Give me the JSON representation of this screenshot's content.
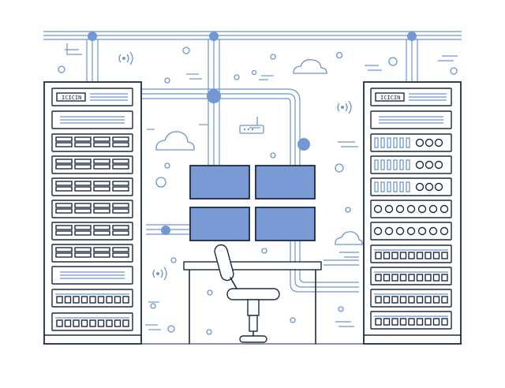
{
  "illustration": {
    "colors": {
      "outline": "#1b2b44",
      "accent_blue": "#7297d3",
      "line_blue": "#6e95cf",
      "screen_blue": "#7a9ad6",
      "background": "#ffffff"
    },
    "left_rack": {
      "label": "ICICIN",
      "drive_bays": 6,
      "port_panels": 2
    },
    "right_rack": {
      "label": "ICICIN",
      "switch_panels": 3,
      "knob_panels": 2,
      "port_panels": 4
    },
    "monitor_count": 4,
    "icons": [
      "wifi-signal-icon",
      "cloud-icon",
      "router-icon",
      "network-node-icon",
      "office-chair-icon",
      "desk-icon"
    ]
  }
}
